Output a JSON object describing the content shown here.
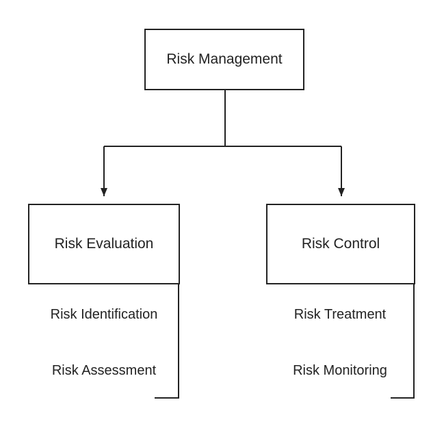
{
  "diagram": {
    "root": {
      "label": "Risk Management"
    },
    "children": [
      {
        "label": "Risk Evaluation",
        "items": [
          "Risk Identification",
          "Risk Assessment"
        ]
      },
      {
        "label": "Risk Control",
        "items": [
          "Risk Treatment",
          "Risk Monitoring"
        ]
      }
    ]
  }
}
